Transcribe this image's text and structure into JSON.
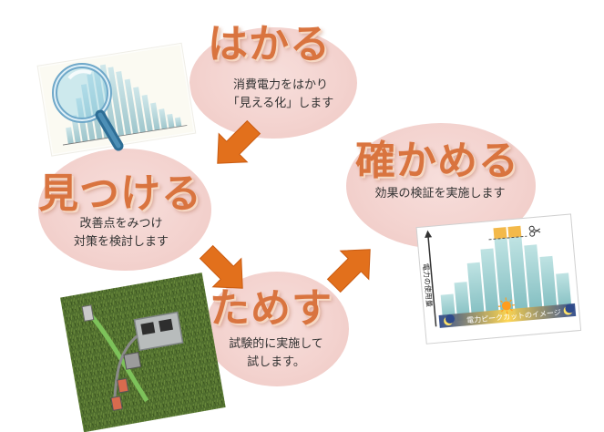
{
  "steps": {
    "measure": {
      "title": "はかる",
      "desc_line1": "消費電力をはかり",
      "desc_line2": "「見える化」します"
    },
    "find": {
      "title": "見つける",
      "desc_line1": "改善点をみつけ",
      "desc_line2": "対策を検討します"
    },
    "try": {
      "title": "ためす",
      "desc_line1": "試験的に実施して",
      "desc_line2": "試します。"
    },
    "confirm": {
      "title": "確かめる",
      "desc_line1": "効果の検証を実施します"
    }
  },
  "peak_card": {
    "y_label": "電力の使用量",
    "band_label": "電力ピークカットのイメージ"
  },
  "colors": {
    "title": "#d9743f",
    "arrow": "#e2701c",
    "blob": "#f3d2ce"
  },
  "icons": [
    "magnifier-icon",
    "sun-icon",
    "moon-icon",
    "scissors-icon"
  ]
}
